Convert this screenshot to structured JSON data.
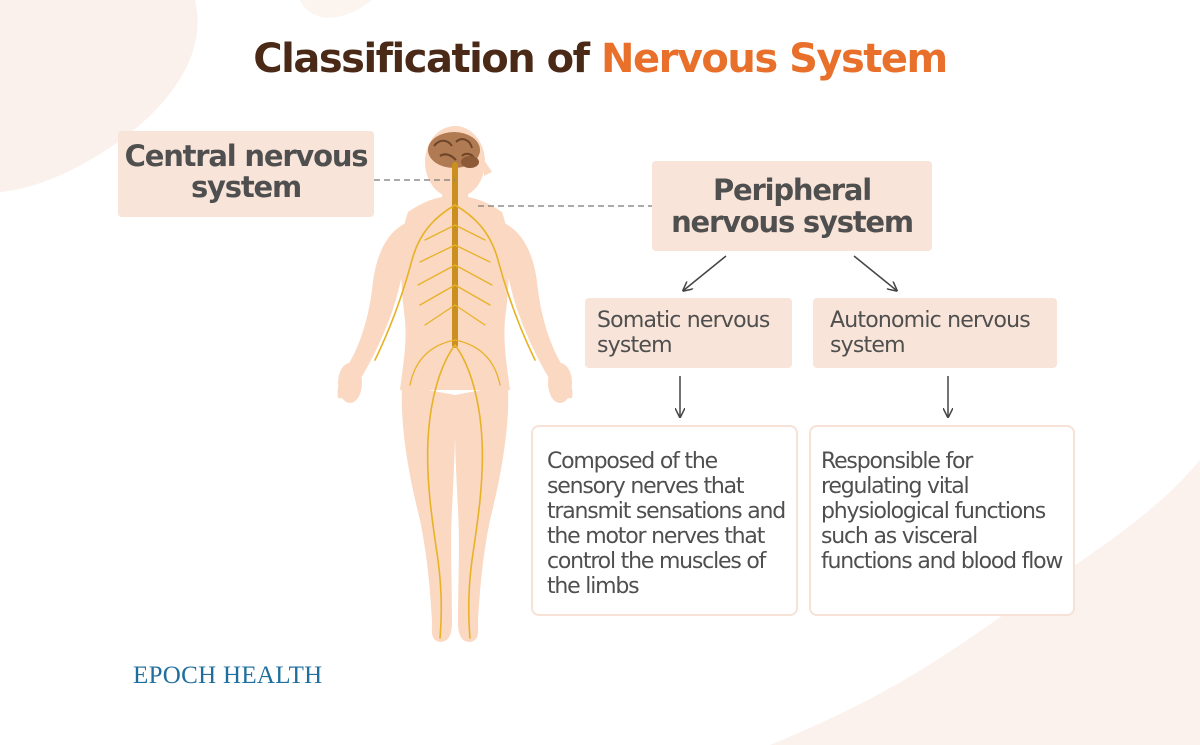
{
  "title": {
    "main": "Classification of ",
    "accent": "Nervous System"
  },
  "central": {
    "label": "Central nervous system"
  },
  "peripheral": {
    "label": "Peripheral nervous system"
  },
  "somatic": {
    "label": "Somatic nervous system",
    "description": "Composed of the sensory nerves that transmit sensations and the motor nerves that control the muscles of the limbs"
  },
  "autonomic": {
    "label": "Autonomic nervous system",
    "description": "Responsible for regulating vital physiological functions such as visceral functions and blood flow"
  },
  "brand": "EPOCH HEALTH",
  "colors": {
    "title": "#4a2a17",
    "accent": "#e8702a",
    "box_fill": "#f8e4d8",
    "brand": "#1f6f9e",
    "nerve": "#e8b227",
    "skin": "#fbd8c2"
  }
}
